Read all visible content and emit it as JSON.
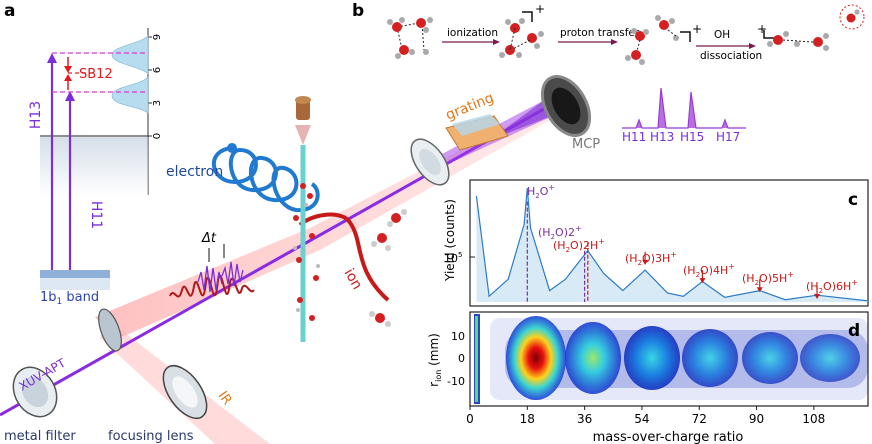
{
  "panel_a": {
    "letter": "a",
    "sb_label": "SB12",
    "h13_label": "H13",
    "h11_label": "H11",
    "band_label": "1b",
    "band_sub": "1",
    "band_suffix": " band",
    "energy_ticks": [
      "9",
      "6",
      "3",
      "0"
    ]
  },
  "panel_b": {
    "letter": "b",
    "step1": "ionization",
    "step2": "proton transfer",
    "step3_top": "OH",
    "step3_bottom": "dissociation",
    "plus": "+"
  },
  "setup": {
    "grating_label": "grating",
    "mcp_label": "MCP",
    "harmonics": [
      "H11",
      "H13",
      "H15",
      "H17"
    ],
    "electron_label": "electron",
    "ion_label": "ion",
    "dt_label": "Δt",
    "xuv_label": "XUV-APT",
    "ir_label": "IR",
    "filter_label": "metal filter",
    "lens_label": "focusing lens"
  },
  "panel_c": {
    "letter": "c",
    "ylabel": "Yield (counts)",
    "ytick": "10",
    "ytick_exp": "5",
    "peaks": [
      {
        "text": "H",
        "sub": "2",
        "text2": "O",
        "sup": "+"
      },
      {
        "text": "(H",
        "sub": "2",
        "text2": "O)2",
        "sup": "+"
      },
      {
        "text": "(H",
        "sub": "2",
        "text2": "O)2H",
        "sup": "+"
      },
      {
        "text": "(H",
        "sub": "2",
        "text2": "O)3H",
        "sup": "+"
      },
      {
        "text": "(H",
        "sub": "2",
        "text2": "O)4H",
        "sup": "+"
      },
      {
        "text": "(H",
        "sub": "2",
        "text2": "O)5H",
        "sup": "+"
      },
      {
        "text": "(H",
        "sub": "2",
        "text2": "O)6H",
        "sup": "+"
      }
    ]
  },
  "panel_d": {
    "letter": "d",
    "ylabel_main": "r",
    "ylabel_sub": "ion",
    "ylabel_unit": " (mm)",
    "yticks": [
      "10",
      "0",
      "-10"
    ],
    "xticks": [
      "0",
      "18",
      "36",
      "54",
      "72",
      "90",
      "108"
    ],
    "xlabel": "mass-over-charge ratio"
  },
  "chart_data": {
    "type": "line",
    "x_range": [
      0,
      125
    ],
    "x_ticks": [
      0,
      18,
      36,
      54,
      72,
      90,
      108
    ],
    "y_scale": "log",
    "y_tick": "10^5",
    "xlabel": "mass-over-charge ratio",
    "ylabel": "Yield (counts)",
    "peak_positions": [
      18,
      36,
      37,
      55,
      73,
      91,
      109
    ],
    "series": [
      {
        "values_relative": [
          [
            2,
            0.93
          ],
          [
            6,
            0.05
          ],
          [
            12,
            0.2
          ],
          [
            17,
            0.68
          ],
          [
            18,
            1.0
          ],
          [
            19,
            0.65
          ],
          [
            25,
            0.1
          ],
          [
            30,
            0.2
          ],
          [
            35,
            0.38
          ],
          [
            37,
            0.45
          ],
          [
            42,
            0.25
          ],
          [
            48,
            0.1
          ],
          [
            55,
            0.28
          ],
          [
            62,
            0.08
          ],
          [
            67,
            0.05
          ],
          [
            73,
            0.18
          ],
          [
            80,
            0.04
          ],
          [
            91,
            0.1
          ],
          [
            99,
            0.02
          ],
          [
            109,
            0.06
          ],
          [
            125,
            0.01
          ]
        ]
      }
    ]
  }
}
